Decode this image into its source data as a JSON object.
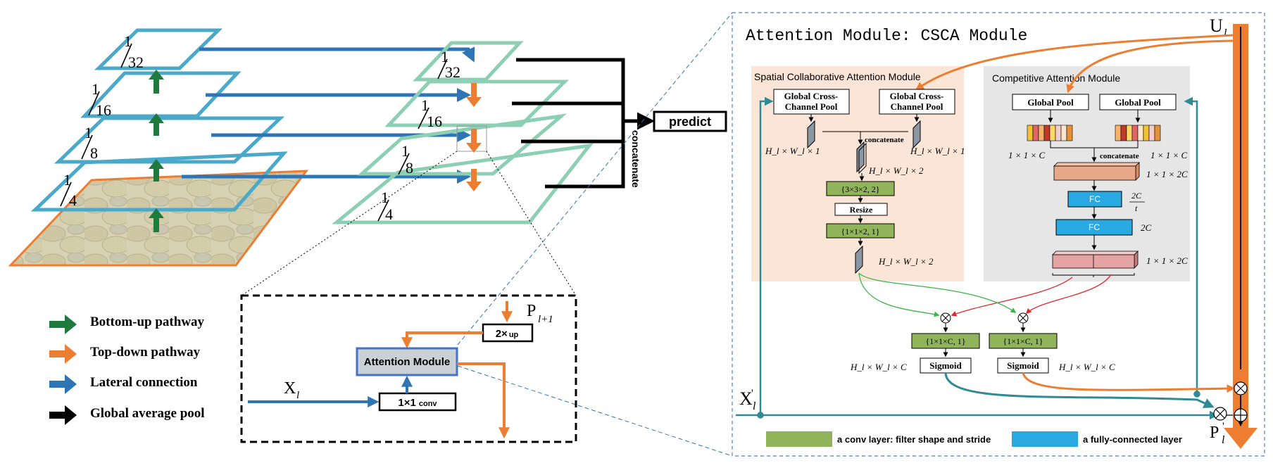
{
  "colors": {
    "green_arrow": "#1f7a3e",
    "orange": "#ed7d31",
    "blue": "#2e75b6",
    "black": "#000000",
    "teal": "#2f8a94",
    "frame_blue": "#4aa9c9",
    "frame_green": "#8ccfb4",
    "conv_green": "#8fb45a",
    "fc_blue": "#29a9e1",
    "spatial_bg": "#fbe5d6",
    "competitive_bg": "#e7e6e6",
    "attention_box": "#c9d1d4",
    "red": "#e0282b",
    "bright_green": "#39b54a"
  },
  "pyramid": {
    "left_scales": [
      {
        "num": "1",
        "den": "32"
      },
      {
        "num": "1",
        "den": "16"
      },
      {
        "num": "1",
        "den": "8"
      },
      {
        "num": "1",
        "den": "4"
      }
    ],
    "right_scales": [
      {
        "num": "1",
        "den": "32"
      },
      {
        "num": "1",
        "den": "16"
      },
      {
        "num": "1",
        "den": "8"
      },
      {
        "num": "1",
        "den": "4"
      }
    ],
    "concatenate": "concatenate",
    "predict": "predict"
  },
  "legend": [
    {
      "label": "Bottom-up pathway",
      "color_key": "green_arrow"
    },
    {
      "label": "Top-down pathway",
      "color_key": "orange"
    },
    {
      "label": "Lateral connection",
      "color_key": "blue"
    },
    {
      "label": "Global average pool",
      "color_key": "black"
    }
  ],
  "inset": {
    "p_label": "P",
    "p_sub": "l+1",
    "x_label": "X",
    "x_sub": "l",
    "upsample_main": "2×",
    "upsample_sub": "up",
    "attention_label": "Attention Module",
    "conv_main": "1×1",
    "conv_sub": "conv"
  },
  "csca": {
    "title": "Attention Module: CSCA Module",
    "u_label": "U",
    "u_sub": "l",
    "x_label": "X",
    "x_sub": "l",
    "x_sup": "'",
    "p_label": "P",
    "p_sub": "l",
    "p_sup": "'",
    "spatial_title": "Spatial Collaborative Attention Module",
    "competitive_title": "Competitive Attention Module",
    "gcc_pool_1": "Global Cross-Channel Pool",
    "gcc_pool_2": "Global Cross-Channel Pool",
    "gcc_pool_line1": "Global Cross-",
    "gcc_pool_line2": "Channel Pool",
    "concat_spatial": "concatenate",
    "concat_comp": "concatenate",
    "dim_hw1_left": "H_l × W_l × 1",
    "dim_hw1_right": "H_l × W_l × 1",
    "dim_hw2_a": "H_l × W_l × 2",
    "dim_hw2_b": "H_l × W_l × 2",
    "conv_332": "{3×3×2, 2}",
    "resize": "Resize",
    "conv_112": "{1×1×2, 1}",
    "global_pool_1": "Global Pool",
    "global_pool_2": "Global Pool",
    "dim_11c_left": "1 × 1 × C",
    "dim_11c_right": "1 × 1 × C",
    "dim_112c_a": "1 × 1 × 2C",
    "fc1": "FC",
    "fc1_dim_num": "2C",
    "fc1_dim_den": "t",
    "fc2": "FC",
    "fc2_dim": "2C",
    "dim_112c_b": "1 × 1 × 2C",
    "conv_11c_1": "{1×1×C, 1}",
    "conv_11c_2": "{1×1×C, 1}",
    "sigmoid_1": "Sigmoid",
    "sigmoid_2": "Sigmoid",
    "dim_hwc_left": "H_l × W_l × C",
    "dim_hwc_right": "H_l × W_l × C",
    "legend_conv": "a conv layer: filter shape and stride",
    "legend_fc": "a fully-connected layer"
  }
}
